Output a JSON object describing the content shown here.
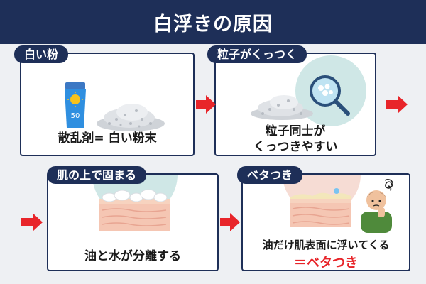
{
  "header": {
    "title": "白浮きの原因"
  },
  "steps": [
    {
      "tag": "白い粉",
      "caption": "散乱剤= 白い粉末",
      "sunscreen_label": "50"
    },
    {
      "tag": "粒子がくっつく",
      "caption_line1": "粒子同士が",
      "caption_line2": "くっつきやすい"
    },
    {
      "tag": "肌の上で固まる",
      "caption": "油と水が分離する"
    },
    {
      "tag": "ベタつき",
      "caption": "油だけ肌表面に浮いてくる",
      "caption_emphasis": "＝ベタつき"
    }
  ],
  "colors": {
    "header_bg": "#1e2f58",
    "arrow": "#e8252a",
    "emphasis": "#e8252a",
    "circle_bg": "#cfe7e6"
  },
  "icons": [
    "sunscreen-tube-icon",
    "powder-pile-icon",
    "magnifier-icon",
    "skin-layers-icon",
    "confused-person-icon",
    "arrow-right-icon"
  ]
}
